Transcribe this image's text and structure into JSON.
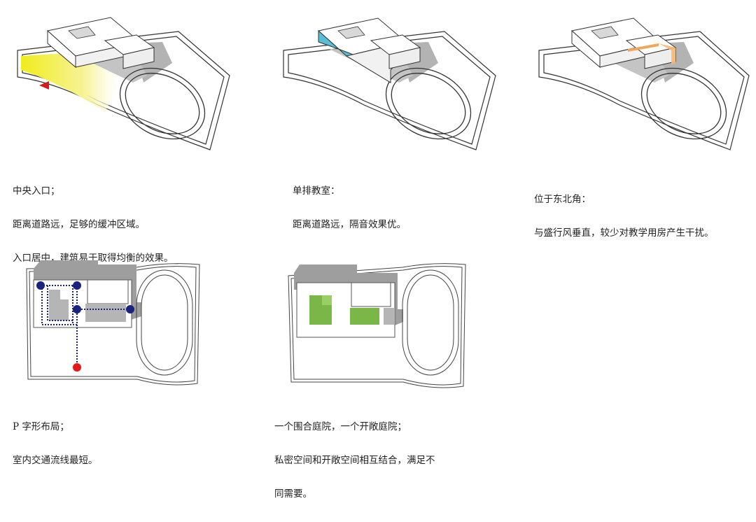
{
  "colors": {
    "entrance_zone": "#f3ef2a",
    "arrow": "#d21e1e",
    "classroom_highlight": "#56bfd6",
    "northeast_highlight": "#f2a65a",
    "route_node": "#1a237e",
    "entrance_node": "#e21a1a",
    "courtyard_green": "#7ab648",
    "courtyard_green_light": "#9ccf63",
    "shadow": "#b0b0b0"
  },
  "panels": [
    {
      "lines": [
        "中央入口；",
        "距离道路远，足够的缓冲区域。",
        "入口居中，建筑易于取得均衡的效果。"
      ]
    },
    {
      "lines": [
        "单排教室：",
        "距离道路远，隔音效果优。"
      ]
    },
    {
      "lines": [
        "位于东北角：",
        "与盛行风垂直，较少对教学用房产生干扰。"
      ]
    },
    {
      "lines": [
        "P 字形布局；",
        "室内交通流线最短。"
      ]
    },
    {
      "lines": [
        "一个围合庭院，一个开敞庭院；",
        "私密空间和开敞空间相互结合，满足不",
        "同需要。"
      ]
    }
  ]
}
